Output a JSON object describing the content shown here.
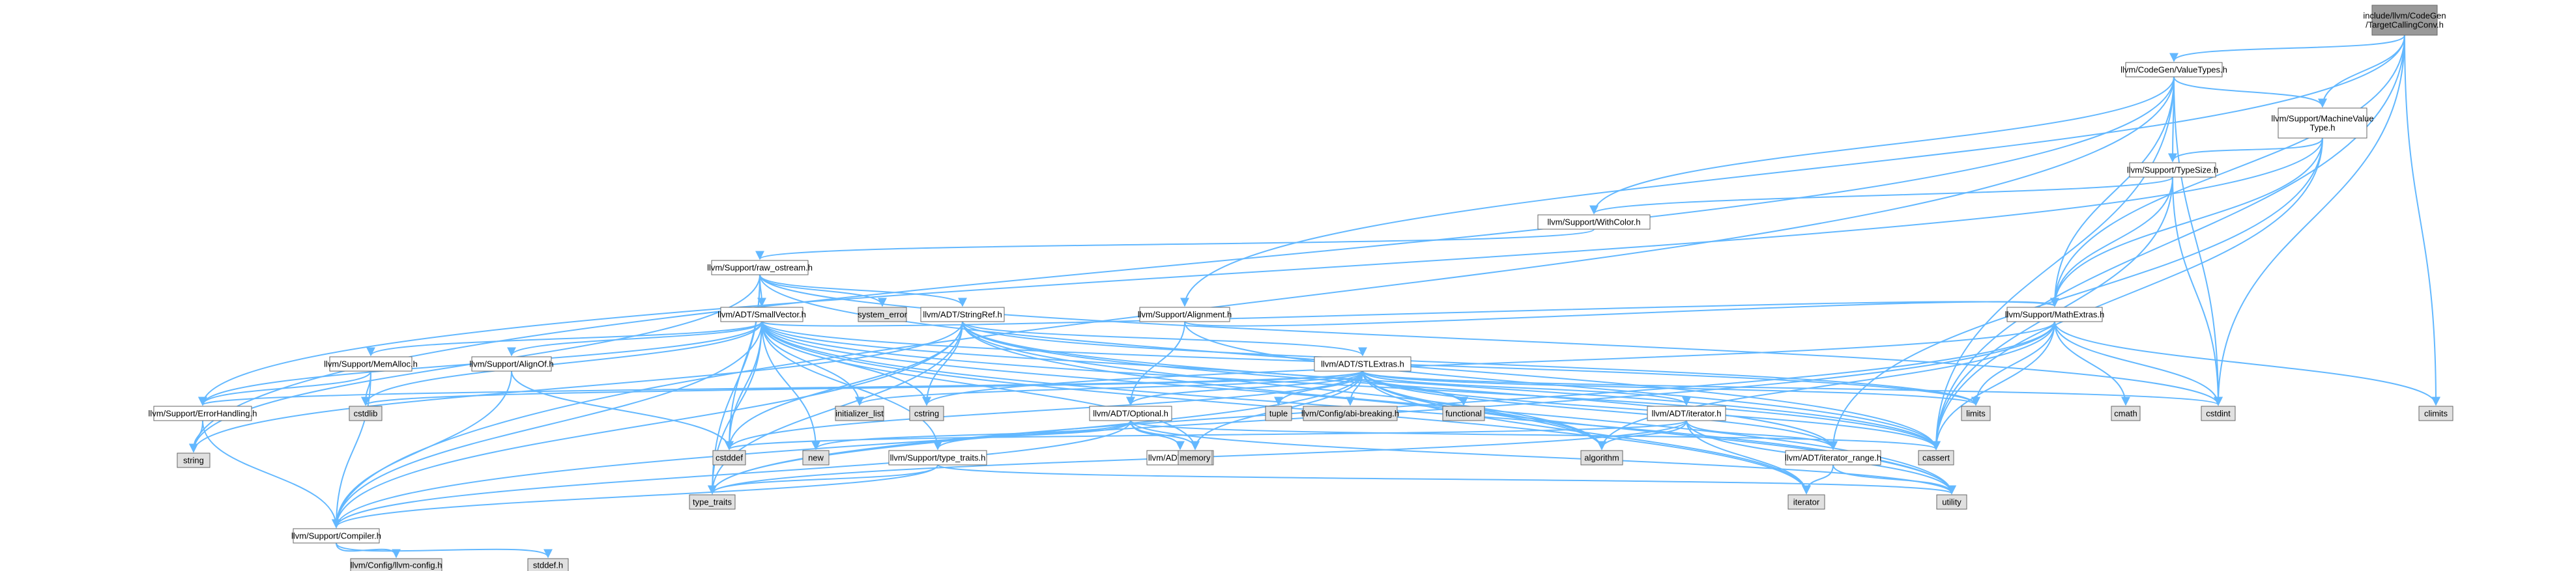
{
  "colors": {
    "edge": "#63b8ff",
    "node_fill": "#ffffff",
    "system_fill": "#e0e0e0",
    "root_fill": "#999999",
    "border": "#666666"
  },
  "nodes": [
    {
      "id": "root",
      "lines": [
        "include/llvm/CodeGen",
        "/TargetCallingConv.h"
      ],
      "kind": "root"
    },
    {
      "id": "valuetypes",
      "lines": [
        "llvm/CodeGen/ValueTypes.h"
      ],
      "kind": "file"
    },
    {
      "id": "machinevalue",
      "lines": [
        "llvm/Support/MachineValue",
        "Type.h"
      ],
      "kind": "file"
    },
    {
      "id": "typesize",
      "lines": [
        "llvm/Support/TypeSize.h"
      ],
      "kind": "file"
    },
    {
      "id": "withcolor",
      "lines": [
        "llvm/Support/WithColor.h"
      ],
      "kind": "file"
    },
    {
      "id": "raw_ostream",
      "lines": [
        "llvm/Support/raw_ostream.h"
      ],
      "kind": "file"
    },
    {
      "id": "smallvector",
      "lines": [
        "llvm/ADT/SmallVector.h"
      ],
      "kind": "file"
    },
    {
      "id": "system_error",
      "lines": [
        "system_error"
      ],
      "kind": "system"
    },
    {
      "id": "stringref",
      "lines": [
        "llvm/ADT/StringRef.h"
      ],
      "kind": "file"
    },
    {
      "id": "alignment",
      "lines": [
        "llvm/Support/Alignment.h"
      ],
      "kind": "file"
    },
    {
      "id": "mathextras",
      "lines": [
        "llvm/Support/MathExtras.h"
      ],
      "kind": "file"
    },
    {
      "id": "stlextras",
      "lines": [
        "llvm/ADT/STLExtras.h"
      ],
      "kind": "file"
    },
    {
      "id": "memalloc",
      "lines": [
        "llvm/Support/MemAlloc.h"
      ],
      "kind": "file"
    },
    {
      "id": "alignof",
      "lines": [
        "llvm/Support/AlignOf.h"
      ],
      "kind": "file"
    },
    {
      "id": "errorhandling",
      "lines": [
        "llvm/Support/ErrorHandling.h"
      ],
      "kind": "file"
    },
    {
      "id": "optional",
      "lines": [
        "llvm/ADT/Optional.h"
      ],
      "kind": "file"
    },
    {
      "id": "iterator_h",
      "lines": [
        "llvm/ADT/iterator.h"
      ],
      "kind": "file"
    },
    {
      "id": "type_traits_h",
      "lines": [
        "llvm/Support/type_traits.h"
      ],
      "kind": "file"
    },
    {
      "id": "none",
      "lines": [
        "llvm/ADT/None.h"
      ],
      "kind": "file"
    },
    {
      "id": "iterator_range",
      "lines": [
        "llvm/ADT/iterator_range.h"
      ],
      "kind": "file"
    },
    {
      "id": "compiler",
      "lines": [
        "llvm/Support/Compiler.h"
      ],
      "kind": "file"
    },
    {
      "id": "llvmconfig",
      "lines": [
        "llvm/Config/llvm-config.h"
      ],
      "kind": "system"
    },
    {
      "id": "stddef",
      "lines": [
        "stddef.h"
      ],
      "kind": "system"
    },
    {
      "id": "cstdlib",
      "lines": [
        "cstdlib"
      ],
      "kind": "system"
    },
    {
      "id": "string",
      "lines": [
        "string"
      ],
      "kind": "system"
    },
    {
      "id": "initializer_list",
      "lines": [
        "initializer_list"
      ],
      "kind": "system"
    },
    {
      "id": "cstring",
      "lines": [
        "cstring"
      ],
      "kind": "system"
    },
    {
      "id": "tuple",
      "lines": [
        "tuple"
      ],
      "kind": "system"
    },
    {
      "id": "abibreaking",
      "lines": [
        "llvm/Config/abi-breaking.h"
      ],
      "kind": "system"
    },
    {
      "id": "functional",
      "lines": [
        "functional"
      ],
      "kind": "system"
    },
    {
      "id": "limits",
      "lines": [
        "limits"
      ],
      "kind": "system"
    },
    {
      "id": "cmath",
      "lines": [
        "cmath"
      ],
      "kind": "system"
    },
    {
      "id": "cstdint",
      "lines": [
        "cstdint"
      ],
      "kind": "system"
    },
    {
      "id": "climits",
      "lines": [
        "climits"
      ],
      "kind": "system"
    },
    {
      "id": "cstddef",
      "lines": [
        "cstddef"
      ],
      "kind": "system"
    },
    {
      "id": "new",
      "lines": [
        "new"
      ],
      "kind": "system"
    },
    {
      "id": "memory",
      "lines": [
        "memory"
      ],
      "kind": "system"
    },
    {
      "id": "algorithm",
      "lines": [
        "algorithm"
      ],
      "kind": "system"
    },
    {
      "id": "cassert",
      "lines": [
        "cassert"
      ],
      "kind": "system"
    },
    {
      "id": "type_traits",
      "lines": [
        "type_traits"
      ],
      "kind": "system"
    },
    {
      "id": "iterator",
      "lines": [
        "iterator"
      ],
      "kind": "system"
    },
    {
      "id": "utility",
      "lines": [
        "utility"
      ],
      "kind": "system"
    }
  ],
  "edges": [
    [
      "root",
      "valuetypes"
    ],
    [
      "root",
      "machinevalue"
    ],
    [
      "root",
      "alignment"
    ],
    [
      "root",
      "mathextras"
    ],
    [
      "root",
      "cstdint"
    ],
    [
      "root",
      "climits"
    ],
    [
      "root",
      "cassert"
    ],
    [
      "valuetypes",
      "machinevalue"
    ],
    [
      "valuetypes",
      "typesize"
    ],
    [
      "valuetypes",
      "withcolor"
    ],
    [
      "valuetypes",
      "mathextras"
    ],
    [
      "valuetypes",
      "compiler"
    ],
    [
      "valuetypes",
      "string"
    ],
    [
      "valuetypes",
      "cstdint"
    ],
    [
      "valuetypes",
      "cassert"
    ],
    [
      "machinevalue",
      "typesize"
    ],
    [
      "machinevalue",
      "errorhandling"
    ],
    [
      "machinevalue",
      "mathextras"
    ],
    [
      "machinevalue",
      "iterator_range"
    ],
    [
      "machinevalue",
      "cassert"
    ],
    [
      "typesize",
      "withcolor"
    ],
    [
      "typesize",
      "mathextras"
    ],
    [
      "typesize",
      "cstdint"
    ],
    [
      "typesize",
      "cassert"
    ],
    [
      "withcolor",
      "raw_ostream"
    ],
    [
      "raw_ostream",
      "smallvector"
    ],
    [
      "raw_ostream",
      "system_error"
    ],
    [
      "raw_ostream",
      "stringref"
    ],
    [
      "raw_ostream",
      "cstddef"
    ],
    [
      "raw_ostream",
      "cstdint"
    ],
    [
      "raw_ostream",
      "string"
    ],
    [
      "raw_ostream",
      "type_traits"
    ],
    [
      "raw_ostream",
      "cassert"
    ],
    [
      "smallvector",
      "memalloc"
    ],
    [
      "smallvector",
      "alignof"
    ],
    [
      "smallvector",
      "errorhandling"
    ],
    [
      "smallvector",
      "mathextras"
    ],
    [
      "smallvector",
      "type_traits_h"
    ],
    [
      "smallvector",
      "compiler"
    ],
    [
      "smallvector",
      "algorithm"
    ],
    [
      "smallvector",
      "cassert"
    ],
    [
      "smallvector",
      "cstddef"
    ],
    [
      "smallvector",
      "cstdlib"
    ],
    [
      "smallvector",
      "cstring"
    ],
    [
      "smallvector",
      "functional"
    ],
    [
      "smallvector",
      "initializer_list"
    ],
    [
      "smallvector",
      "iterator"
    ],
    [
      "smallvector",
      "limits"
    ],
    [
      "smallvector",
      "memory"
    ],
    [
      "smallvector",
      "new"
    ],
    [
      "smallvector",
      "type_traits"
    ],
    [
      "smallvector",
      "utility"
    ],
    [
      "stringref",
      "stlextras"
    ],
    [
      "stringref",
      "iterator_range"
    ],
    [
      "stringref",
      "compiler"
    ],
    [
      "stringref",
      "algorithm"
    ],
    [
      "stringref",
      "cassert"
    ],
    [
      "stringref",
      "cstddef"
    ],
    [
      "stringref",
      "cstring"
    ],
    [
      "stringref",
      "limits"
    ],
    [
      "stringref",
      "string"
    ],
    [
      "stringref",
      "type_traits"
    ],
    [
      "stringref",
      "utility"
    ],
    [
      "alignment",
      "mathextras"
    ],
    [
      "alignment",
      "optional"
    ],
    [
      "alignment",
      "cassert"
    ],
    [
      "stlextras",
      "optional"
    ],
    [
      "stlextras",
      "iterator_h"
    ],
    [
      "stlextras",
      "iterator_range"
    ],
    [
      "stlextras",
      "abibreaking"
    ],
    [
      "stlextras",
      "errorhandling"
    ],
    [
      "stlextras",
      "algorithm"
    ],
    [
      "stlextras",
      "cassert"
    ],
    [
      "stlextras",
      "cstddef"
    ],
    [
      "stlextras",
      "cstdint"
    ],
    [
      "stlextras",
      "cstdlib"
    ],
    [
      "stlextras",
      "functional"
    ],
    [
      "stlextras",
      "initializer_list"
    ],
    [
      "stlextras",
      "iterator"
    ],
    [
      "stlextras",
      "limits"
    ],
    [
      "stlextras",
      "memory"
    ],
    [
      "stlextras",
      "tuple"
    ],
    [
      "stlextras",
      "type_traits"
    ],
    [
      "stlextras",
      "utility"
    ],
    [
      "mathextras",
      "compiler"
    ],
    [
      "mathextras",
      "cassert"
    ],
    [
      "mathextras",
      "climits"
    ],
    [
      "mathextras",
      "cmath"
    ],
    [
      "mathextras",
      "cstdint"
    ],
    [
      "mathextras",
      "cstring"
    ],
    [
      "mathextras",
      "limits"
    ],
    [
      "mathextras",
      "type_traits"
    ],
    [
      "mathextras",
      "algorithm"
    ],
    [
      "memalloc",
      "compiler"
    ],
    [
      "memalloc",
      "errorhandling"
    ],
    [
      "memalloc",
      "cstdlib"
    ],
    [
      "alignof",
      "compiler"
    ],
    [
      "alignof",
      "cstddef"
    ],
    [
      "errorhandling",
      "compiler"
    ],
    [
      "errorhandling",
      "string"
    ],
    [
      "optional",
      "none"
    ],
    [
      "optional",
      "compiler"
    ],
    [
      "optional",
      "type_traits_h"
    ],
    [
      "optional",
      "cassert"
    ],
    [
      "optional",
      "memory"
    ],
    [
      "optional",
      "new"
    ],
    [
      "optional",
      "utility"
    ],
    [
      "iterator_h",
      "iterator_range"
    ],
    [
      "iterator_h",
      "algorithm"
    ],
    [
      "iterator_h",
      "cstddef"
    ],
    [
      "iterator_h",
      "iterator"
    ],
    [
      "iterator_h",
      "type_traits"
    ],
    [
      "iterator_h",
      "utility"
    ],
    [
      "type_traits_h",
      "compiler"
    ],
    [
      "type_traits_h",
      "type_traits"
    ],
    [
      "type_traits_h",
      "utility"
    ],
    [
      "iterator_range",
      "iterator"
    ],
    [
      "iterator_range",
      "utility"
    ],
    [
      "compiler",
      "llvmconfig"
    ],
    [
      "compiler",
      "stddef"
    ]
  ]
}
